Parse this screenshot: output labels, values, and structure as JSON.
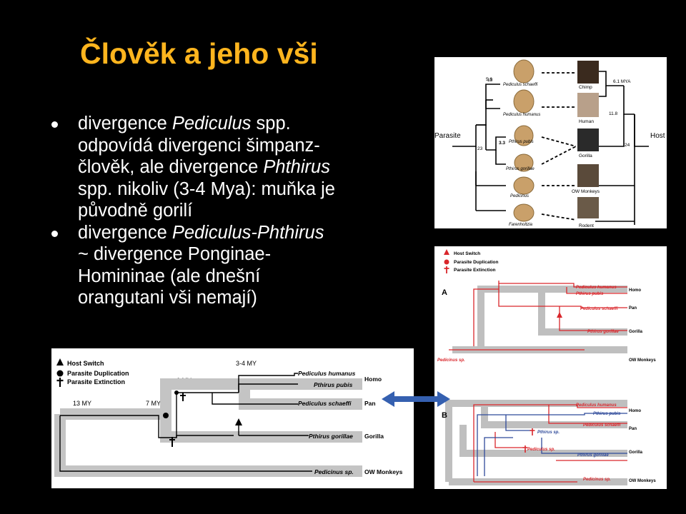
{
  "slide": {
    "title": "Člověk a jeho vši",
    "bullet1": {
      "l1_a": "divergence ",
      "l1_b": "Pediculus",
      "l1_c": " spp.",
      "l2": "odpovídá divergenci šimpanz-",
      "l3_a": "člověk, ale divergence ",
      "l3_b": "Phthirus",
      "l4_a": "spp.",
      "l4_b": " nikoliv (3-4 Mya): muňka je",
      "l5": "původně gorilí"
    },
    "bullet2": {
      "l1_a": "divergence ",
      "l1_b": "Pediculus-Phthirus",
      "l2": "~ divergence Ponginae-",
      "l3": "Homininae (ale dnešní",
      "l4": "orangutani vši nemají)"
    }
  },
  "cophylogeny": {
    "parasite_label": "Parasite",
    "host_label": "Host",
    "parasite_nodes": [
      "13",
      "23",
      "3.3"
    ],
    "host_nodes": [
      "5.6",
      "6.1 MYA",
      "11.8",
      "24"
    ],
    "parasites": [
      "Pediculus schaeffi",
      "Pediculus humanus",
      "Pthirus pubis",
      "Pthirus gorillae",
      "Pedicinus",
      "Farenholtzia"
    ],
    "hosts": [
      "Chimp",
      "Human",
      "Gorilla",
      "OW Monkeys",
      "Rodent"
    ]
  },
  "legend": {
    "host_switch": "Host Switch",
    "parasite_duplication": "Parasite Duplication",
    "parasite_extinction": "Parasite Extinction"
  },
  "tree_a": {
    "label": "A",
    "parasites": [
      "Pediculus humanus",
      "Pthirus pubis",
      "Pediculus schaeffi",
      "Pthirus gorillae",
      "Pedicinus sp."
    ],
    "hosts": [
      "Homo",
      "Pan",
      "Gorilla",
      "OW Monkeys"
    ]
  },
  "tree_b": {
    "label": "B",
    "parasites": [
      "Pediculus humanus",
      "Pthirus pubis",
      "Pediculus schaeffi",
      "Pthirus sp.",
      "Pediculus sp.",
      "Pthirus gorillae",
      "Pedicinus sp."
    ],
    "hosts": [
      "Homo",
      "Pan",
      "Gorilla",
      "OW Monkeys"
    ]
  },
  "tree_c": {
    "times": [
      "3-4 MY",
      "6 MY",
      "13 MY",
      "7 MY"
    ],
    "parasites": [
      "Pediculus humanus",
      "Pthirus pubis",
      "Pediculus schaeffi",
      "Pthirus gorillae",
      "Pedicinus sp."
    ],
    "hosts": [
      "Homo",
      "Pan",
      "Gorilla",
      "OW Monkeys"
    ]
  },
  "colors": {
    "title": "#ffb51e",
    "red": "#d9262b",
    "blue": "#2f4a9a",
    "arrow": "#3560b0"
  }
}
